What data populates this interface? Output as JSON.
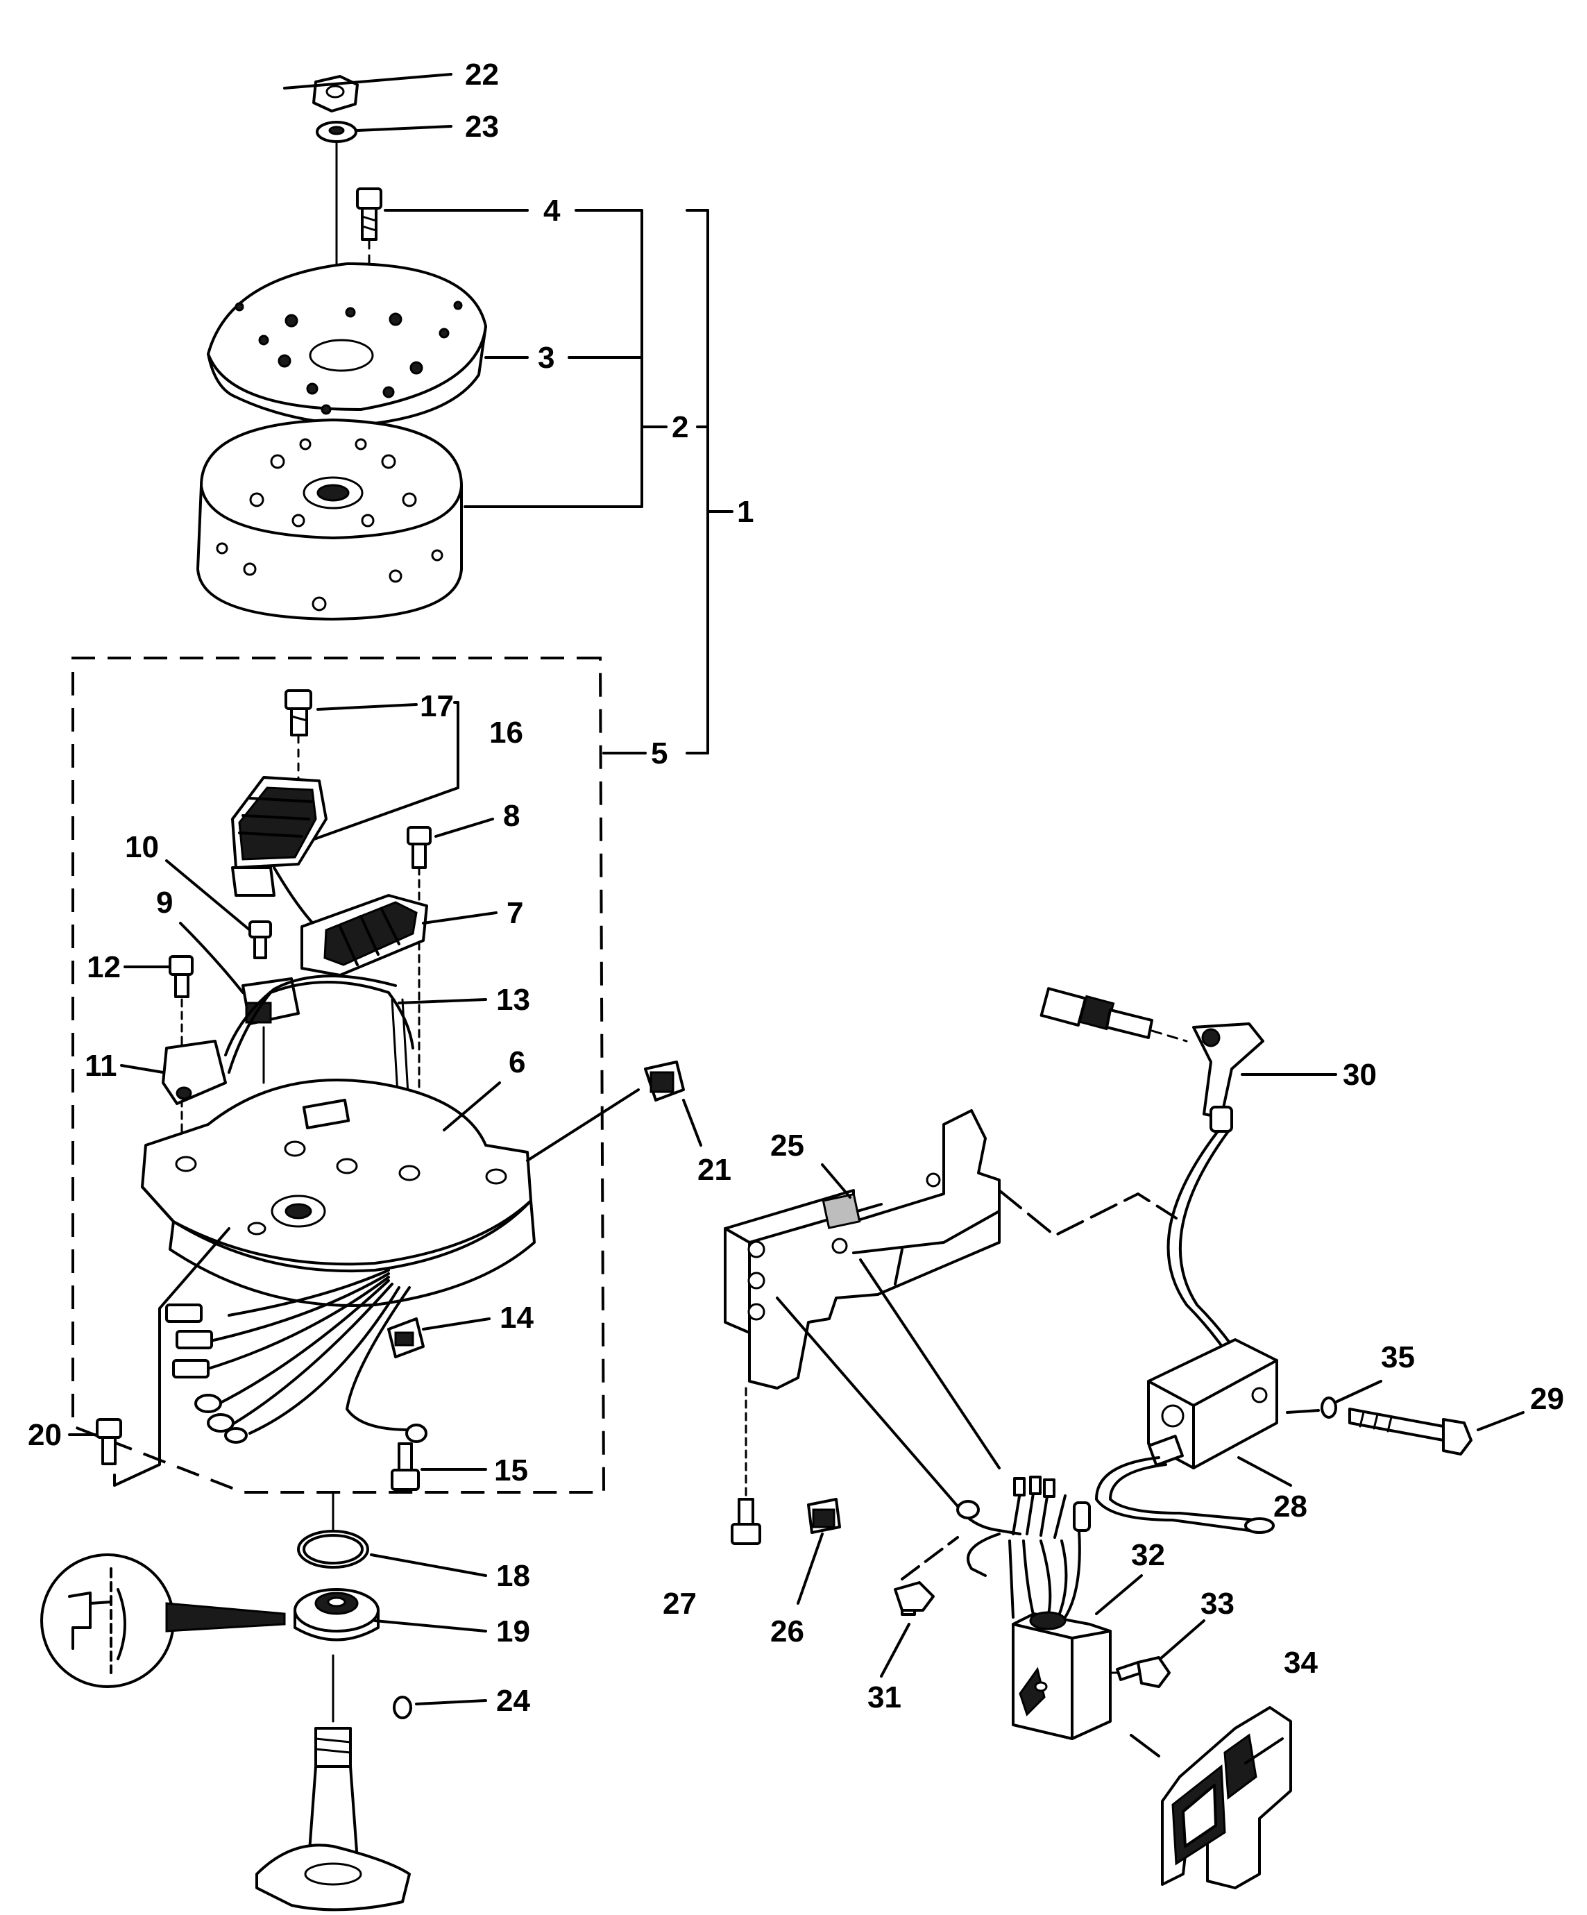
{
  "callouts": [
    {
      "id": "c22",
      "text": "22"
    },
    {
      "id": "c23",
      "text": "23"
    },
    {
      "id": "c4",
      "text": "4"
    },
    {
      "id": "c3",
      "text": "3"
    },
    {
      "id": "c2",
      "text": "2"
    },
    {
      "id": "c1",
      "text": "1"
    },
    {
      "id": "c17",
      "text": "17"
    },
    {
      "id": "c16",
      "text": "16"
    },
    {
      "id": "c5",
      "text": "5"
    },
    {
      "id": "c8",
      "text": "8"
    },
    {
      "id": "c10",
      "text": "10"
    },
    {
      "id": "c9",
      "text": "9"
    },
    {
      "id": "c7",
      "text": "7"
    },
    {
      "id": "c12",
      "text": "12"
    },
    {
      "id": "c13",
      "text": "13"
    },
    {
      "id": "c11",
      "text": "11"
    },
    {
      "id": "c6",
      "text": "6"
    },
    {
      "id": "c21",
      "text": "21"
    },
    {
      "id": "c30",
      "text": "30"
    },
    {
      "id": "c25",
      "text": "25"
    },
    {
      "id": "c14",
      "text": "14"
    },
    {
      "id": "c35",
      "text": "35"
    },
    {
      "id": "c29",
      "text": "29"
    },
    {
      "id": "c20",
      "text": "20"
    },
    {
      "id": "c15",
      "text": "15"
    },
    {
      "id": "c28",
      "text": "28"
    },
    {
      "id": "c32",
      "text": "32"
    },
    {
      "id": "c18",
      "text": "18"
    },
    {
      "id": "c33",
      "text": "33"
    },
    {
      "id": "c27",
      "text": "27"
    },
    {
      "id": "c26",
      "text": "26"
    },
    {
      "id": "c19",
      "text": "19"
    },
    {
      "id": "c34",
      "text": "34"
    },
    {
      "id": "c24",
      "text": "24"
    },
    {
      "id": "c31",
      "text": "31"
    }
  ]
}
